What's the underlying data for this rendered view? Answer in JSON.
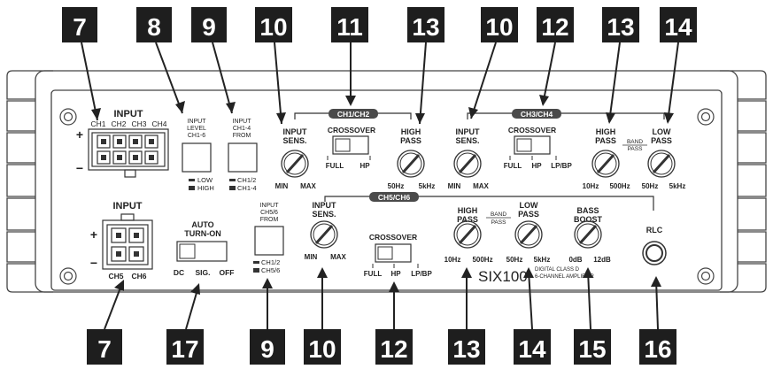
{
  "callouts": {
    "top": [
      "7",
      "8",
      "9",
      "10",
      "11",
      "13",
      "10",
      "12",
      "13",
      "14"
    ],
    "bottom": [
      "7",
      "17",
      "9",
      "10",
      "12",
      "13",
      "14",
      "15",
      "16"
    ]
  },
  "panel": {
    "input_top": {
      "title": "INPUT",
      "channels": [
        "CH1",
        "CH2",
        "CH3",
        "CH4"
      ],
      "plus": "+",
      "minus": "−"
    },
    "input_level": {
      "lines": [
        "INPUT",
        "LEVEL",
        "CH1-6"
      ],
      "opt_low": "LOW",
      "opt_high": "HIGH"
    },
    "input_from_14": {
      "lines": [
        "INPUT",
        "CH1-4",
        "FROM"
      ],
      "opt_a": "CH1/2",
      "opt_b": "CH1-4"
    },
    "section_ch12": {
      "label": "CH1/CH2",
      "sens": {
        "lines": [
          "INPUT",
          "SENS."
        ],
        "min": "MIN",
        "max": "MAX"
      },
      "crossover": {
        "title": "CROSSOVER",
        "full": "FULL",
        "hp": "HP"
      },
      "highpass": {
        "lines": [
          "HIGH",
          "PASS"
        ],
        "lo": "50Hz",
        "hi": "5kHz"
      }
    },
    "section_ch34": {
      "label": "CH3/CH4",
      "sens": {
        "lines": [
          "INPUT",
          "SENS."
        ],
        "min": "MIN",
        "max": "MAX"
      },
      "crossover": {
        "title": "CROSSOVER",
        "full": "FULL",
        "hp": "HP",
        "lpbp": "LP/BP"
      },
      "highpass": {
        "lines": [
          "HIGH",
          "PASS"
        ],
        "lo": "10Hz",
        "hi": "500Hz"
      },
      "band": [
        "BAND",
        "PASS"
      ],
      "lowpass": {
        "lines": [
          "LOW",
          "PASS"
        ],
        "lo": "50Hz",
        "hi": "5kHz"
      }
    },
    "input_bottom": {
      "title": "INPUT",
      "ch5": "CH5",
      "ch6": "CH6",
      "plus": "+",
      "minus": "−"
    },
    "auto_turn_on": {
      "lines": [
        "AUTO",
        "TURN-ON"
      ],
      "dc": "DC",
      "sig": "SIG.",
      "off": "OFF"
    },
    "input_from_56": {
      "lines": [
        "INPUT",
        "CH5/6",
        "FROM"
      ],
      "opt_a": "CH1/2",
      "opt_b": "CH5/6"
    },
    "section_ch56": {
      "label": "CH5/CH6",
      "sens": {
        "lines": [
          "INPUT",
          "SENS."
        ],
        "min": "MIN",
        "max": "MAX"
      },
      "crossover": {
        "title": "CROSSOVER",
        "full": "FULL",
        "hp": "HP",
        "lpbp": "LP/BP"
      },
      "highpass": {
        "lines": [
          "HIGH",
          "PASS"
        ],
        "lo": "10Hz",
        "hi": "500Hz"
      },
      "band": [
        "BAND",
        "PASS"
      ],
      "lowpass": {
        "lines": [
          "LOW",
          "PASS"
        ],
        "lo": "50Hz",
        "hi": "5kHz"
      },
      "bassboost": {
        "lines": [
          "BASS",
          "BOOST"
        ],
        "lo": "0dB",
        "hi": "12dB"
      }
    },
    "rlc": "RLC",
    "model": "SIX100",
    "description": [
      "DIGITAL CLASS D",
      "6-CHANNEL AMPLIFIER"
    ]
  },
  "colors": {
    "callout_bg": "#1e1e1e",
    "line": "#333333",
    "panel_bg": "#ffffff"
  }
}
